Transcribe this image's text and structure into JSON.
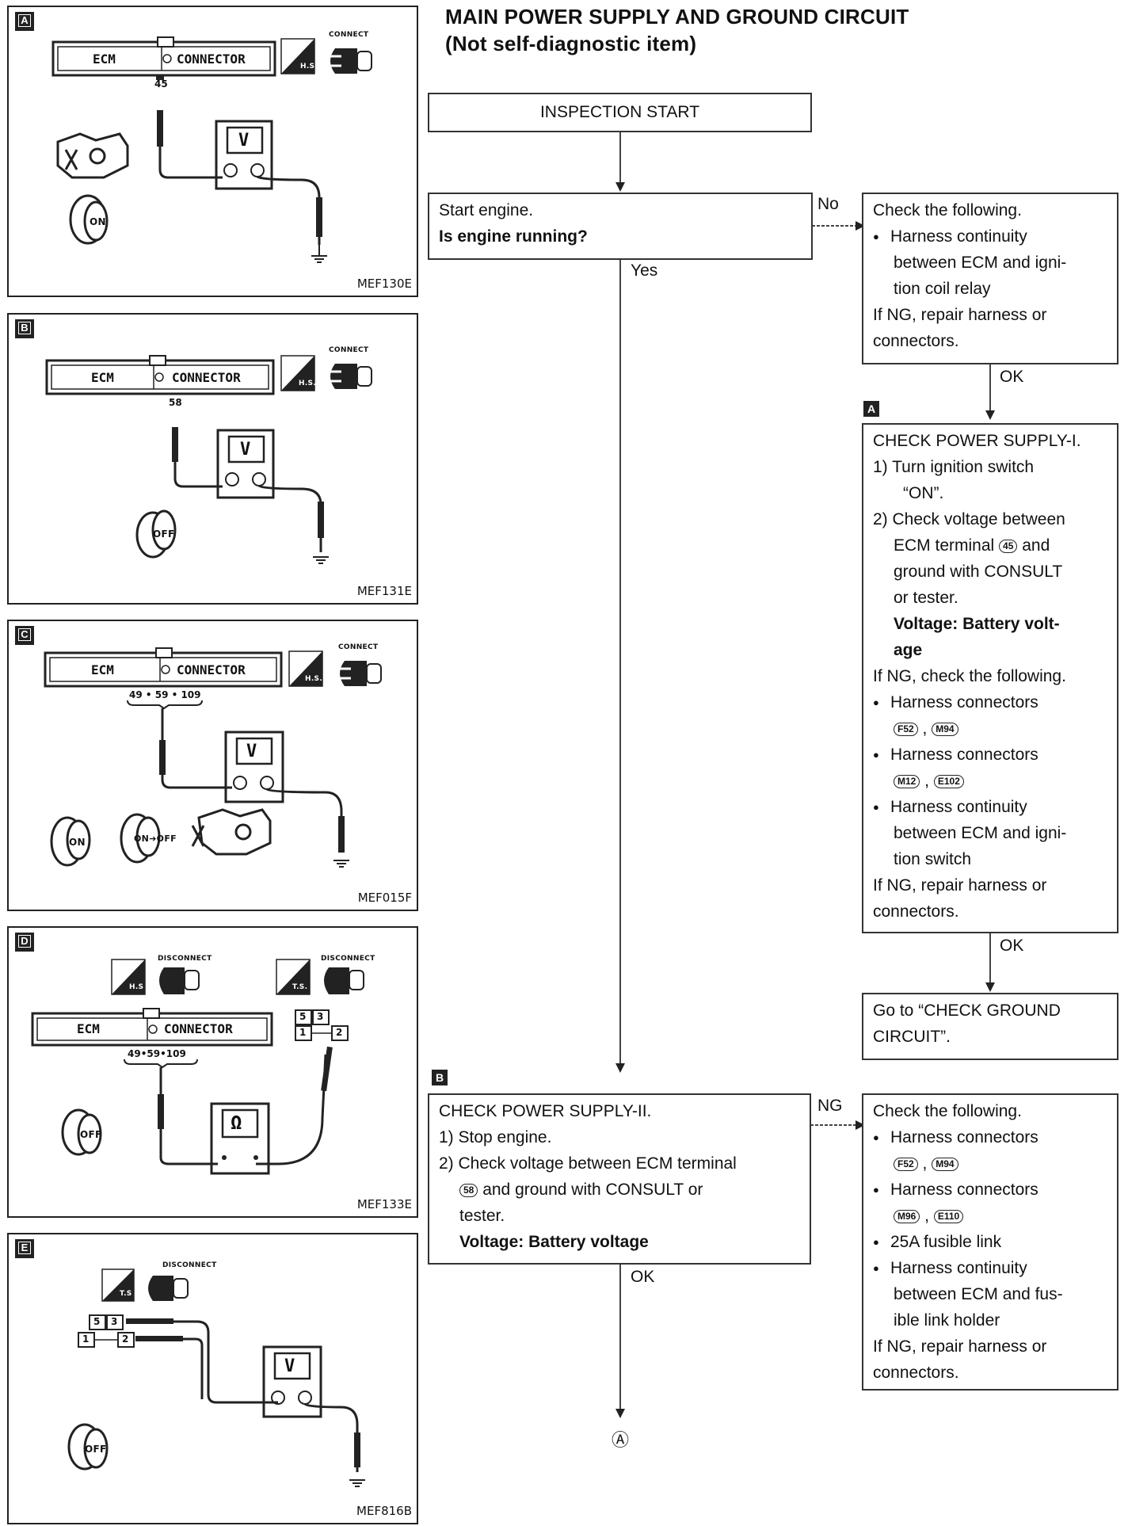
{
  "title": {
    "line1": "MAIN POWER SUPPLY AND GROUND CIRCUIT",
    "line2": "(Not self-diagnostic item)"
  },
  "figures": [
    {
      "letter": "A",
      "ecm": "ECM",
      "connector": "CONNECTOR",
      "terminal": "45",
      "hs": "H.S",
      "action": "CONNECT",
      "meter": "V",
      "switch": "ON",
      "code": "MEF130E"
    },
    {
      "letter": "B",
      "ecm": "ECM",
      "connector": "CONNECTOR",
      "terminal": "58",
      "hs": "H.S.",
      "action": "CONNECT",
      "meter": "V",
      "switch": "OFF",
      "code": "MEF131E"
    },
    {
      "letter": "C",
      "ecm": "ECM",
      "connector": "CONNECTOR",
      "terminal": "49 • 59 • 109",
      "hs": "H.S.",
      "action": "CONNECT",
      "meter": "V",
      "switch": "ON",
      "switch2": "ON➔OFF",
      "code": "MEF015F"
    },
    {
      "letter": "D",
      "ecm": "ECM",
      "connector": "CONNECTOR",
      "terminal": "49•59•109",
      "hs": "H.S",
      "ts": "T.S.",
      "action": "DISCONNECT",
      "action2": "DISCONNECT",
      "meter": "Ω",
      "switch": "OFF",
      "pins": [
        "5",
        "3",
        "1",
        "2"
      ],
      "code": "MEF133E"
    },
    {
      "letter": "E",
      "ts": "T.S",
      "action": "DISCONNECT",
      "meter": "V",
      "switch": "OFF",
      "pins": [
        "5",
        "3",
        "1",
        "2"
      ],
      "code": "MEF816B"
    }
  ],
  "flow": {
    "start": "INSPECTION START",
    "q1": {
      "line1": "Start engine.",
      "line2": "Is engine running?"
    },
    "no_label": "No",
    "yes_label": "Yes",
    "ok1": "OK",
    "ok2": "OK",
    "ok3": "OK",
    "ng_label": "NG",
    "check1": {
      "l1": "Check the following.",
      "l2": "Harness continuity",
      "l3": "between ECM and igni-",
      "l4": "tion coil relay",
      "l5": "If NG, repair harness or",
      "l6": "connectors."
    },
    "stepA": {
      "letter": "A",
      "l1": "CHECK POWER SUPPLY-I.",
      "l2": "1) Turn ignition switch",
      "l3": "“ON”.",
      "l4": "2) Check voltage between",
      "l5a": "ECM terminal",
      "l5t": "45",
      "l5b": "and",
      "l6": "ground with CONSULT",
      "l7": "or tester.",
      "l8": "Voltage: Battery volt-",
      "l9": "age",
      "l10": "If NG, check the following.",
      "l11": "Harness connectors",
      "c1": "F52",
      "c2": "M94",
      "l13": "Harness connectors",
      "c3": "M12",
      "c4": "E102",
      "l15": "Harness continuity",
      "l16": "between ECM and igni-",
      "l17": "tion switch",
      "l18": "If NG, repair harness or",
      "l19": "connectors."
    },
    "goto": {
      "l1": "Go to “CHECK GROUND",
      "l2": "CIRCUIT”."
    },
    "stepB": {
      "letter": "B",
      "l1": "CHECK POWER SUPPLY-II.",
      "l2": "1) Stop engine.",
      "l3": "2) Check voltage between ECM terminal",
      "l4t": "58",
      "l4": "and ground with CONSULT or",
      "l5": "tester.",
      "l6": "Voltage: Battery voltage"
    },
    "check2": {
      "l1": "Check the following.",
      "l2": "Harness connectors",
      "c1": "F52",
      "c2": "M94",
      "l4": "Harness connectors",
      "c3": "M96",
      "c4": "E110",
      "l6": "25A fusible link",
      "l7": "Harness continuity",
      "l8": "between ECM and fus-",
      "l9": "ible link holder",
      "l10": "If NG, repair harness or",
      "l11": "connectors."
    },
    "end_marker": "Ⓐ"
  }
}
